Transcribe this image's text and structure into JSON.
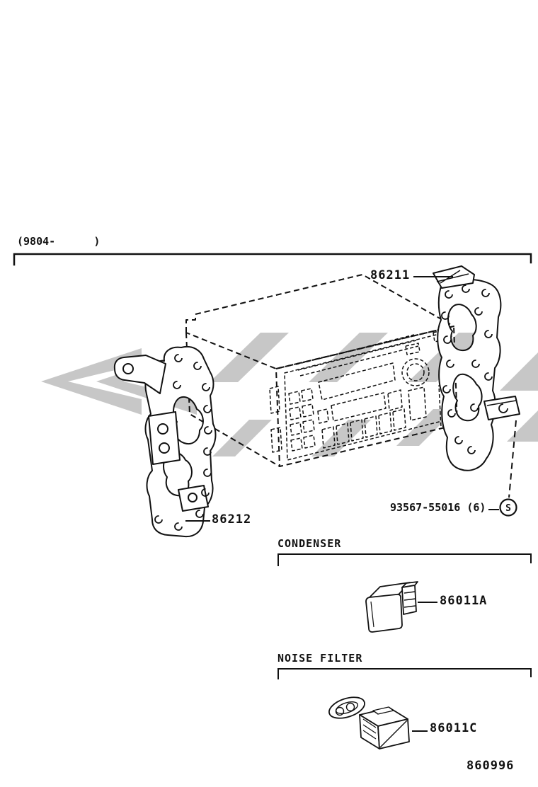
{
  "diagram": {
    "header_note": "(9804-      )",
    "figure_number": "860996",
    "sections": {
      "condenser": "CONDENSER",
      "noise_filter": "NOISE FILTER"
    },
    "labels": {
      "bracket_right": "86211",
      "bracket_left": "86212",
      "screw": "93567-55016 (6)",
      "screw_symbol": "S",
      "condenser": "86011A",
      "noise_filter": "86011C"
    },
    "colors": {
      "background": "#ffffff",
      "line": "#111111",
      "watermark": "#c7c7c7"
    }
  }
}
